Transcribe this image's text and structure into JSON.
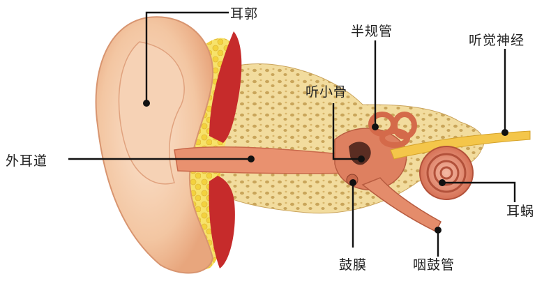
{
  "diagram": {
    "labels": {
      "auricle": "耳郭",
      "semicircular_canals": "半规管",
      "auditory_nerve": "听觉神经",
      "ossicles": "听小骨",
      "ear_canal": "外耳道",
      "cochlea": "耳蜗",
      "eardrum": "鼓膜",
      "eustachian_tube": "咽鼓管"
    }
  }
}
